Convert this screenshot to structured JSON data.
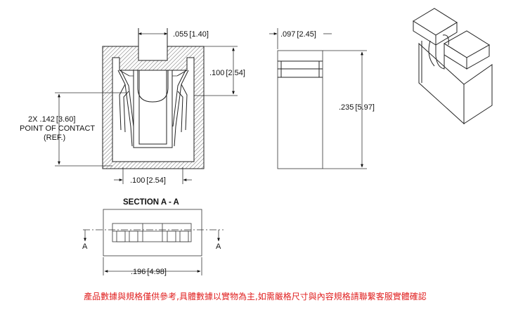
{
  "dimensions": {
    "pin_width": ".055",
    "pin_width_mm": "[1.40]",
    "height_upper": ".100",
    "height_upper_mm": "[2.54]",
    "contact_label_line1": "2X .142",
    "contact_label_line1_mm": "[3.60]",
    "contact_label_line2": "POINT OF CONTACT",
    "contact_label_line3": "(REF.)",
    "pitch": ".100",
    "pitch_mm": "[2.54]",
    "side_width": ".097",
    "side_width_mm": "[2.45]",
    "overall_height": ".235",
    "overall_height_mm": "[5.97]",
    "overall_length": ".196",
    "overall_length_mm": "[4.98]"
  },
  "section": {
    "title": "SECTION A - A",
    "left_marker": "A",
    "right_marker": "A"
  },
  "note": "產品數據與規格僅供參考,具體數據以實物為主,如需嚴格尺寸與內容規格請聯繫客服實體確認",
  "colors": {
    "note": "#e02020",
    "line": "#222222"
  }
}
